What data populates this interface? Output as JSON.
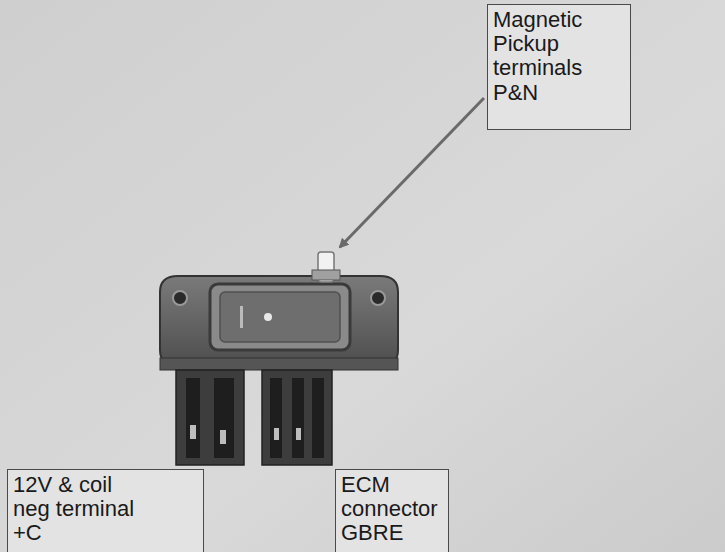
{
  "diagram": {
    "nodes": [
      {
        "text": [
          "Magnetic Pickup terminals P&N"
        ]
      },
      {
        "text": [
          "12V & coil neg terminal +C"
        ]
      },
      {
        "text": [
          "ECM connector GBRE"
        ]
      }
    ]
  }
}
